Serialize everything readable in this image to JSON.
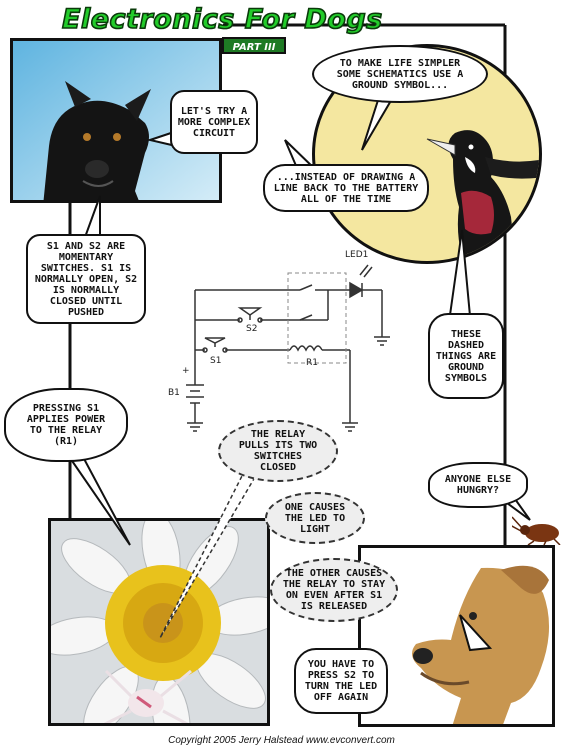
{
  "title": "Electronics For Dogs",
  "part": "PART III",
  "bubbles": {
    "lets_try": "LET'S TRY A MORE COMPLEX CIRCUIT",
    "ground_intro": "TO MAKE LIFE SIMPLER SOME SCHEMATICS USE A GROUND SYMBOL...",
    "instead": "...INSTEAD OF DRAWING A LINE BACK TO THE BATTERY ALL OF THE TIME",
    "switches": "S1 AND S2 ARE MOMENTARY SWITCHES. S1 IS NORMALLY OPEN, S2 IS NORMALLY CLOSED UNTIL PUSHED",
    "dashed": "THESE DASHED THINGS ARE GROUND SYMBOLS",
    "pressing": "PRESSING S1 APPLIES POWER TO THE RELAY (R1)",
    "relay_pulls": "THE RELAY PULLS ITS TWO SWITCHES CLOSED",
    "one_causes": "ONE CAUSES THE LED TO LIGHT",
    "other_causes": "THE OTHER CAUSES THE RELAY TO STAY ON EVEN AFTER S1 IS RELEASED",
    "hungry": "ANYONE ELSE HUNGRY?",
    "press_s2": "YOU HAVE TO PRESS S2 TO TURN THE LED OFF AGAIN"
  },
  "schematic": {
    "led": "LED1",
    "s2": "S2",
    "s1": "S1",
    "r1": "R1",
    "b1": "B1",
    "plus": "+"
  },
  "copyright": "Copyright 2005 Jerry Halstead   www.evconvert.com",
  "colors": {
    "title_green": "#22cc2a",
    "moon_yellow": "#f4e7a0",
    "sky_blue": "#7fc6e8",
    "daisy_yellow": "#e8c21c"
  }
}
